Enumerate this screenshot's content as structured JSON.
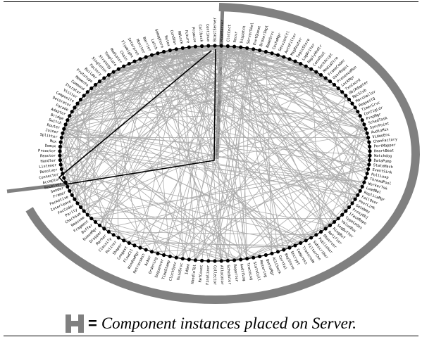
{
  "diagram": {
    "type": "circular-component-graph",
    "node_count": 150,
    "labels": [
      "BcastServer",
      "RoomServer",
      "ClntCnct",
      "Recvr",
      "Dispatch",
      "ServerSkel",
      "EvntQueue",
      "BrokerImpl",
      "NameSrvc",
      "CacheMgr",
      "SessionCtl",
      "AuthFilter",
      "MsgRouter",
      "TopicStore",
      "LogWriter",
      "ReplyHndlr",
      "ConnPool",
      "SockAccpt",
      "MediaStrm",
      "FrameCodec",
      "UserRegst",
      "PresenceMon",
      "LockMgr",
      "TxnCoord",
      "ObjAdapter",
      "RpcStub",
      "Marshaller",
      "RequestQ",
      "TimerSrvc",
      "ConfigLdr",
      "PropMgr",
      "SchedTask",
      "SyncPoint",
      "AudioMix",
      "VideoEnc",
      "ChanFactory",
      "PortMapper",
      "HeartBeat",
      "Watchdog",
      "DataPump",
      "StateMach",
      "EventSink",
      "PollLoop",
      "ThreadPool",
      "WorkerTsk",
      "LoadBal",
      "ReplicaMgr",
      "FailOver",
      "PeerLink",
      "GateWay",
      "ProxyObj",
      "IfaceRepo",
      "TypeCodes",
      "ValueBox",
      "SeqBuffer",
      "RingBuf",
      "Notifier",
      "Observer",
      "Publisher",
      "Subscriber",
      "FilterChn",
      "Transcode",
      "Compress",
      "Encrypt",
      "KeyStore",
      "CertVal",
      "ACLCheck",
      "QuotaMgr",
      "Metering",
      "StatsColl",
      "TraceLog",
      "AuditLog",
      "Reporter",
      "Scheduler",
      "Allocator",
      "Collector",
      "Finalizer",
      "RefCount",
      "HandleTbl",
      "IdGen",
      "UuidSrvc",
      "ClockSync",
      "TimeStamp",
      "Sequencer",
      "Ordering",
      "Acker",
      "Retransmit",
      "WindowMgr",
      "FlowCtl",
      "Congest",
      "Shaper",
      "Policer",
      "Classify",
      "Marker",
      "Dropper",
      "QueueMgr",
      "Buffer",
      "Fragment",
      "Reassem",
      "Checksum",
      "Parity",
      "FecCoder",
      "Interleave",
      "Packetize",
      "Framer",
      "Sender",
      "Receiver",
      "Acceptor",
      "Connector",
      "Resolver",
      "Listener",
      "Handler",
      "Reactor",
      "Proactor",
      "Demux",
      "Mux",
      "Splitter",
      "Joiner",
      "Router",
      "Switch",
      "Bridge",
      "Adapter",
      "Facade",
      "Decorator",
      "Composite",
      "Visitor",
      "Iterator",
      "Command",
      "Memento",
      "Prototype",
      "Builder",
      "Factory",
      "Singleton",
      "Strategy",
      "Template",
      "Mediator",
      "Chain",
      "Flyweight",
      "Interpret",
      "Monitor",
      "Barrier",
      "Latch",
      "Semaphore",
      "Mutex",
      "CondVar",
      "RWLock",
      "Future",
      "Promise",
      "Callback",
      "Continue"
    ],
    "server_color": "#808080",
    "edge_color": "#aaaaaa",
    "highlight_color": "#000000",
    "node_color": "#000000"
  },
  "legend": {
    "glyph_icon": "h-bracket-icon",
    "equals": "=",
    "text": "Component instances placed on Server."
  }
}
